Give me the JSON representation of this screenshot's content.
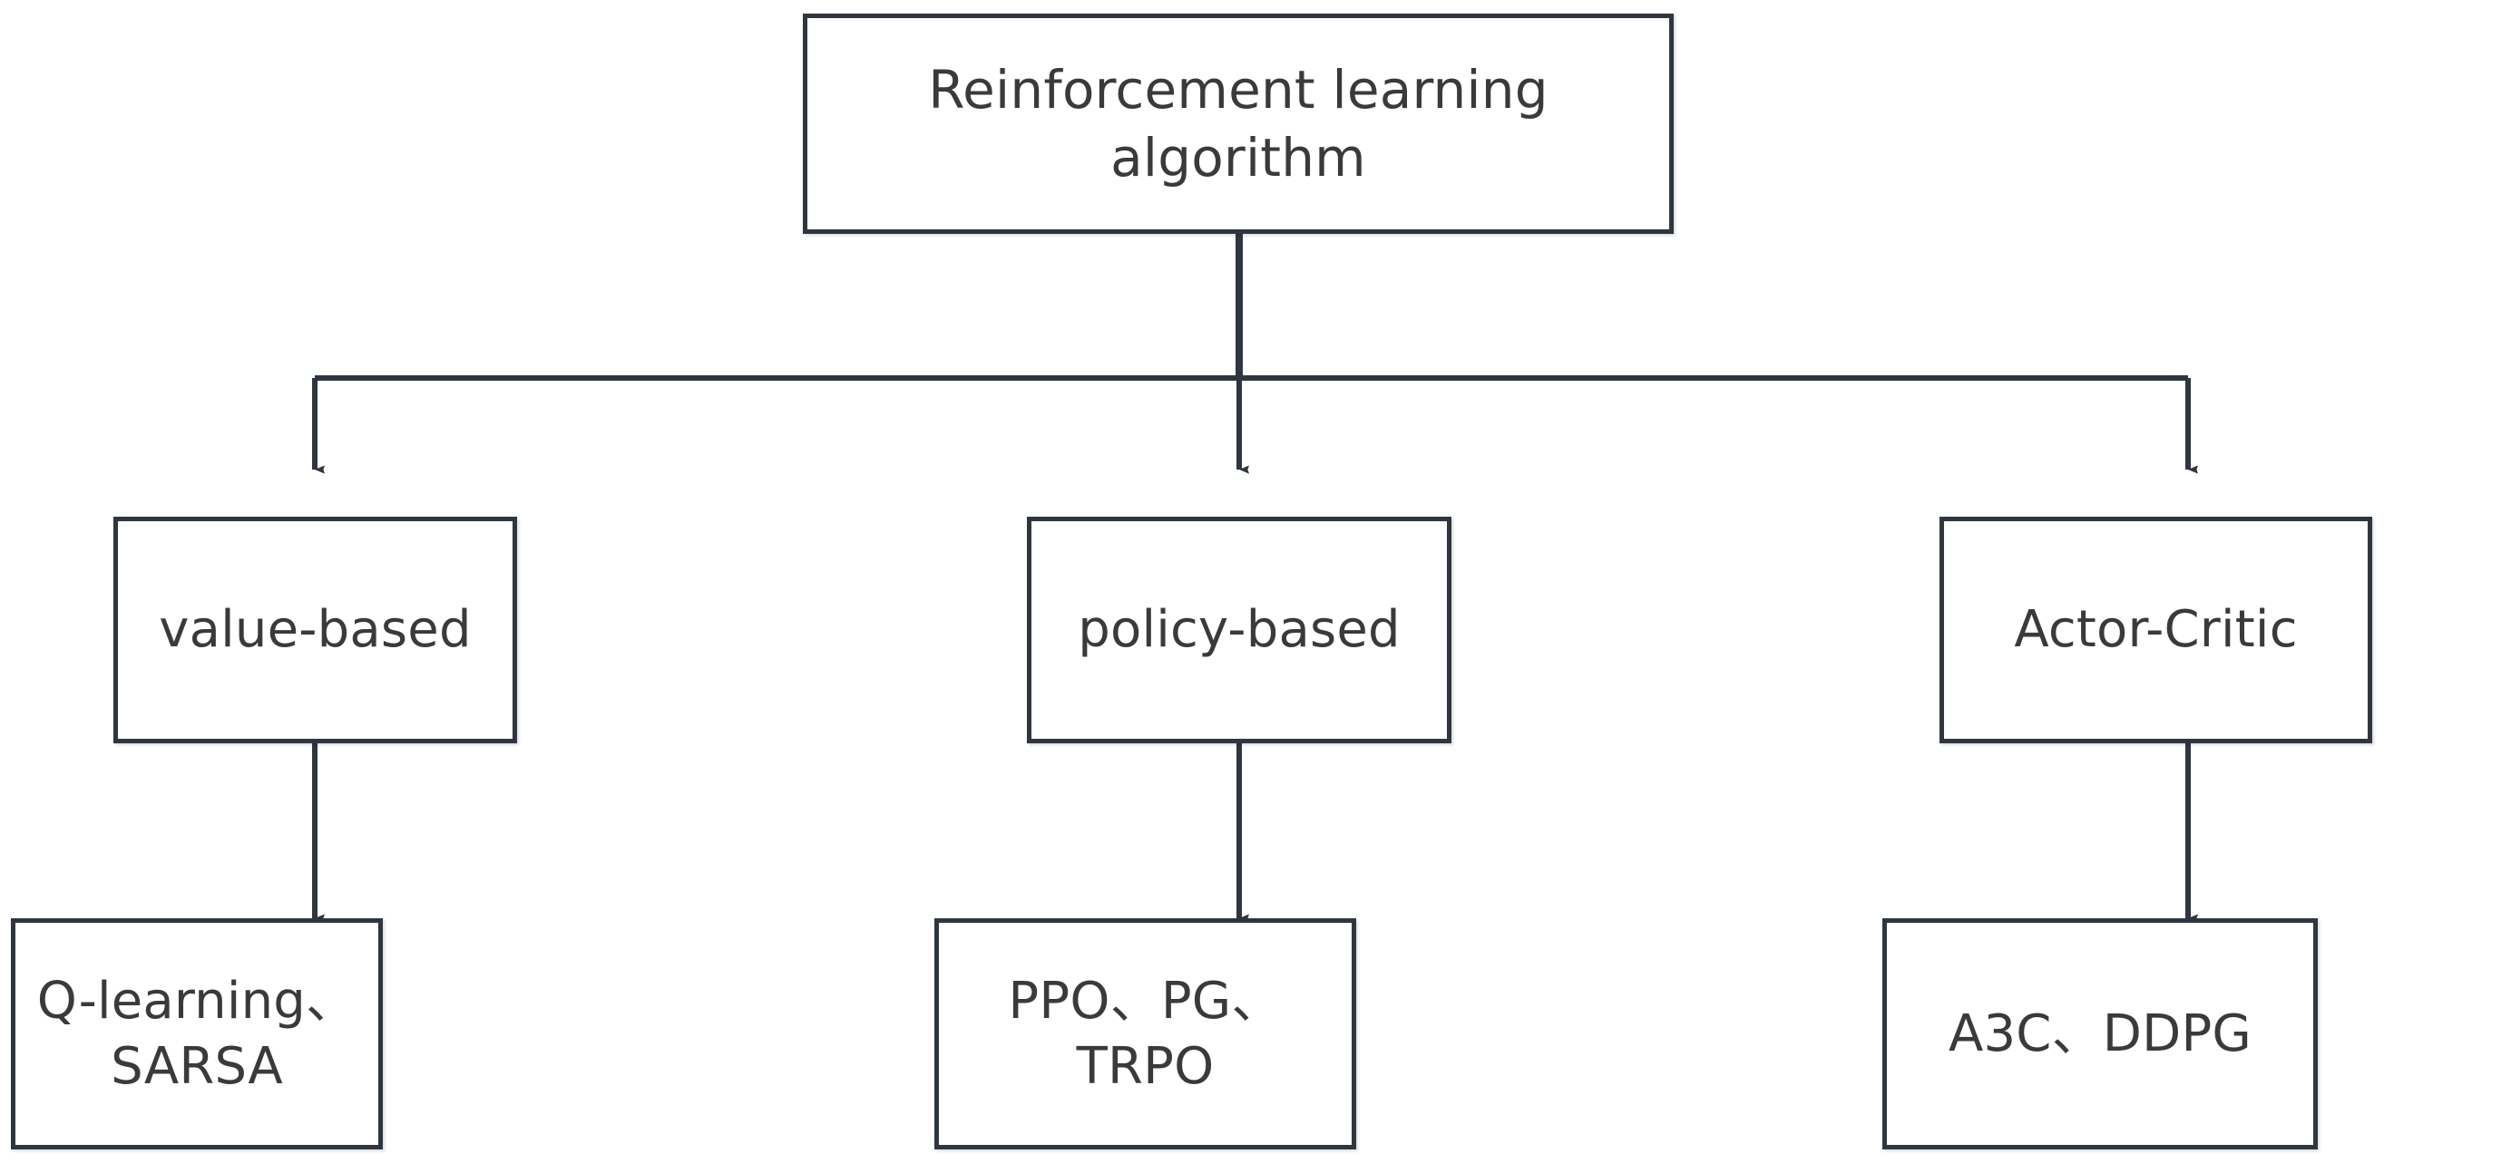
{
  "diagram": {
    "type": "hierarchy-flowchart",
    "title": "Reinforcement learning algorithm",
    "background_color": "#ffffff",
    "node_border_color": "#2f3640",
    "node_fill_color": "#ffffff",
    "text_color": "#3a3a3a",
    "connector_color": "#2f3640"
  },
  "nodes": {
    "root": {
      "id": "root",
      "label": "Reinforcement learning\nalgorithm",
      "tier": "root"
    },
    "value_based": {
      "id": "value-based",
      "label": "value-based",
      "tier": "category"
    },
    "policy_based": {
      "id": "policy-based",
      "label": "policy-based",
      "tier": "category"
    },
    "actor_critic": {
      "id": "actor-critic",
      "label": "Actor-Critic",
      "tier": "category"
    },
    "value_algos": {
      "id": "value-algorithms",
      "label": "Q-learning、SARSA",
      "tier": "algorithms",
      "items": [
        "Q-learning",
        "SARSA"
      ]
    },
    "policy_algos": {
      "id": "policy-algorithms",
      "label": "PPO、PG、TRPO",
      "tier": "algorithms",
      "items": [
        "PPO",
        "PG",
        "TRPO"
      ]
    },
    "ac_algos": {
      "id": "actor-critic-algorithms",
      "label": "A3C、DDPG",
      "tier": "algorithms",
      "items": [
        "A3C",
        "DDPG"
      ]
    }
  },
  "edges": [
    {
      "from": "root",
      "to": "value_based",
      "style": "orthogonal-arrow"
    },
    {
      "from": "root",
      "to": "policy_based",
      "style": "straight-arrow"
    },
    {
      "from": "root",
      "to": "actor_critic",
      "style": "orthogonal-arrow"
    },
    {
      "from": "value_based",
      "to": "value_algos",
      "style": "straight-arrow"
    },
    {
      "from": "policy_based",
      "to": "policy_algos",
      "style": "straight-arrow"
    },
    {
      "from": "actor_critic",
      "to": "ac_algos",
      "style": "straight-arrow"
    }
  ]
}
